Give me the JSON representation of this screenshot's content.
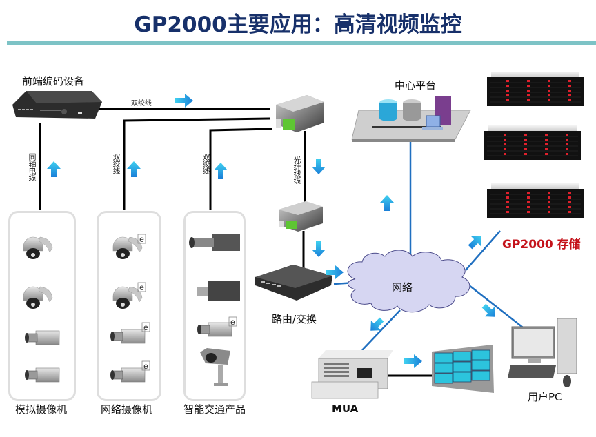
{
  "title": "GP2000主要应用：高清视频监控",
  "nodes": {
    "encoder": {
      "label": "前端编码设备"
    },
    "center_platform": {
      "label": "中心平台"
    },
    "storage": {
      "label": "GP2000 存储"
    },
    "router_switch": {
      "label": "路由/交换"
    },
    "network_cloud": {
      "label": "网络"
    },
    "mua": {
      "label": "MUA"
    },
    "user_pc": {
      "label": "用户PC"
    }
  },
  "links": {
    "encoder_to_switch": "双绞线",
    "fiber": "光纤线缆",
    "coax": "同轴电缆",
    "twisted_pair_1": "双绞线",
    "twisted_pair_2": "双绞线"
  },
  "camera_groups": [
    {
      "label": "模拟摄像机",
      "devices": [
        "dome-camera",
        "dome-camera",
        "box-camera",
        "box-camera"
      ]
    },
    {
      "label": "网络摄像机",
      "devices": [
        "ip-dome-camera",
        "ip-dome-camera",
        "ip-box-camera",
        "ip-box-camera"
      ]
    },
    {
      "label": "智能交通产品",
      "devices": [
        "hd-camera",
        "box-camera-dark",
        "ip-box-camera",
        "outdoor-housing-camera"
      ]
    }
  ],
  "colors": {
    "title": "#17306a",
    "title_rule": "#7dc3c6",
    "storage_label": "#c4121a",
    "network_line": "#1f6fc0",
    "arrow": "#2aa0e0",
    "cloud_fill": "#d6d6f2"
  }
}
